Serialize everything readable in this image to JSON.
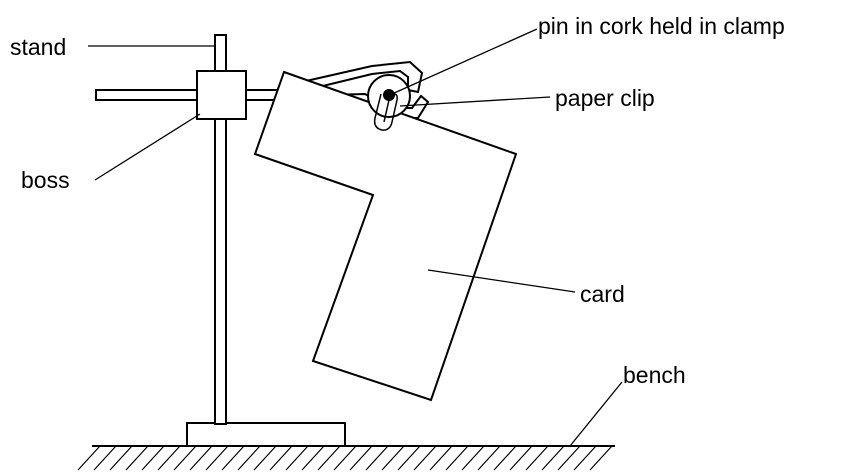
{
  "labels": {
    "stand": "stand",
    "boss": "boss",
    "pin": "pin in cork held in clamp",
    "clip": "paper clip",
    "card": "card",
    "bench": "bench"
  },
  "colors": {
    "ink": "#000000",
    "background": "#ffffff"
  }
}
